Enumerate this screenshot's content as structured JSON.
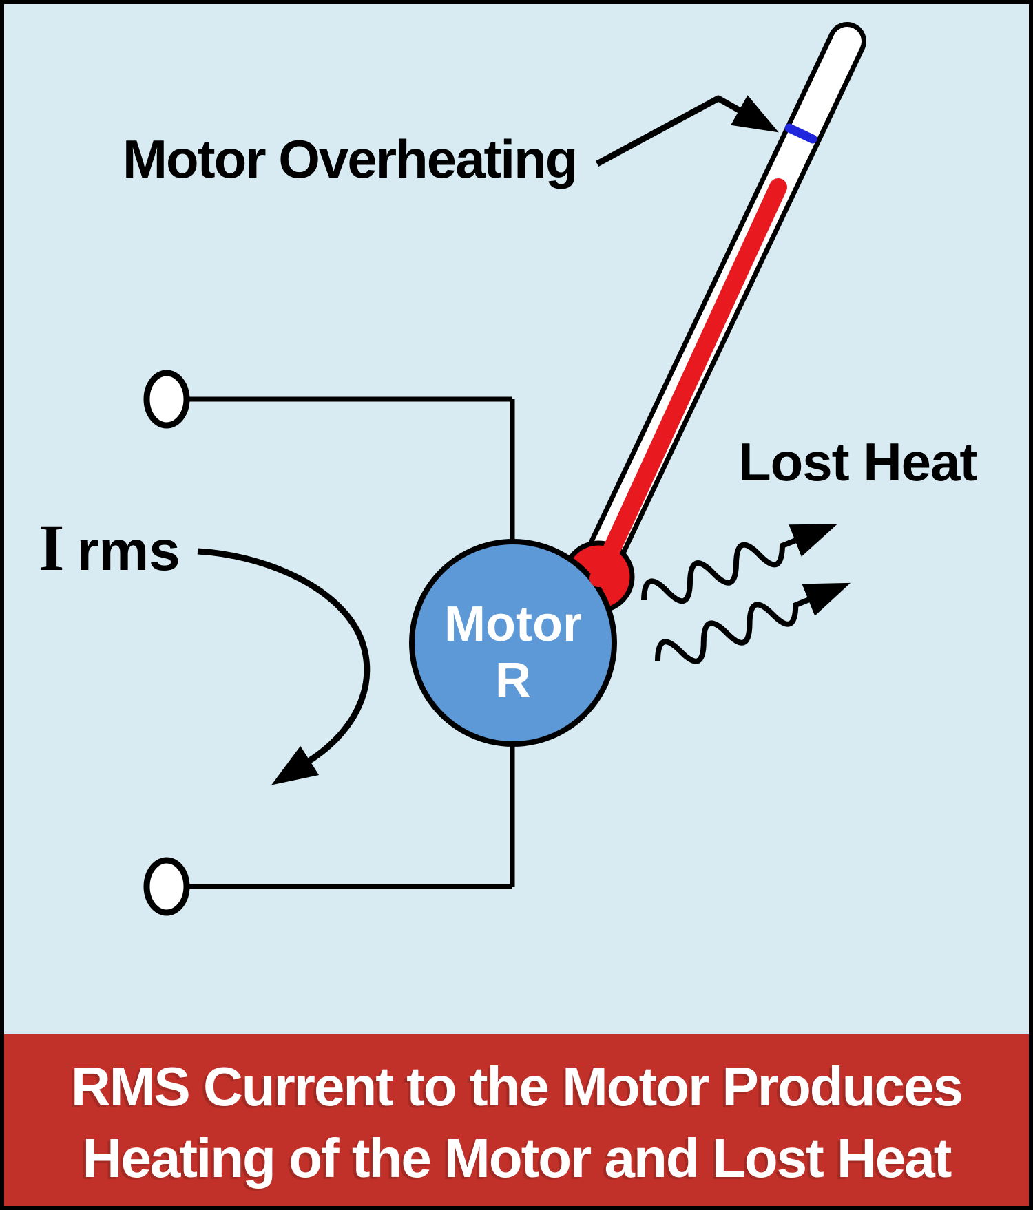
{
  "labels": {
    "motor_overheating": "Motor Overheating",
    "lost_heat": "Lost Heat",
    "current_symbol": "I",
    "current_subscript": "rms"
  },
  "motor": {
    "line1": "Motor",
    "line2": "R"
  },
  "banner": {
    "line1": "RMS Current to the Motor Produces",
    "line2": "Heating of the Motor and Lost Heat"
  },
  "colors": {
    "background": "#D9EBF2",
    "frame": "#000000",
    "wire": "#000000",
    "motor_fill": "#5C99D6",
    "motor_text": "#FFFFFF",
    "banner_background": "#C2302A",
    "banner_text": "#FFFFFF",
    "thermometer_red": "#E8191F",
    "thermometer_tube_white": "#FFFFFF",
    "thermometer_tick_blue": "#2026DB",
    "terminal_fill": "#FFFFFF"
  }
}
